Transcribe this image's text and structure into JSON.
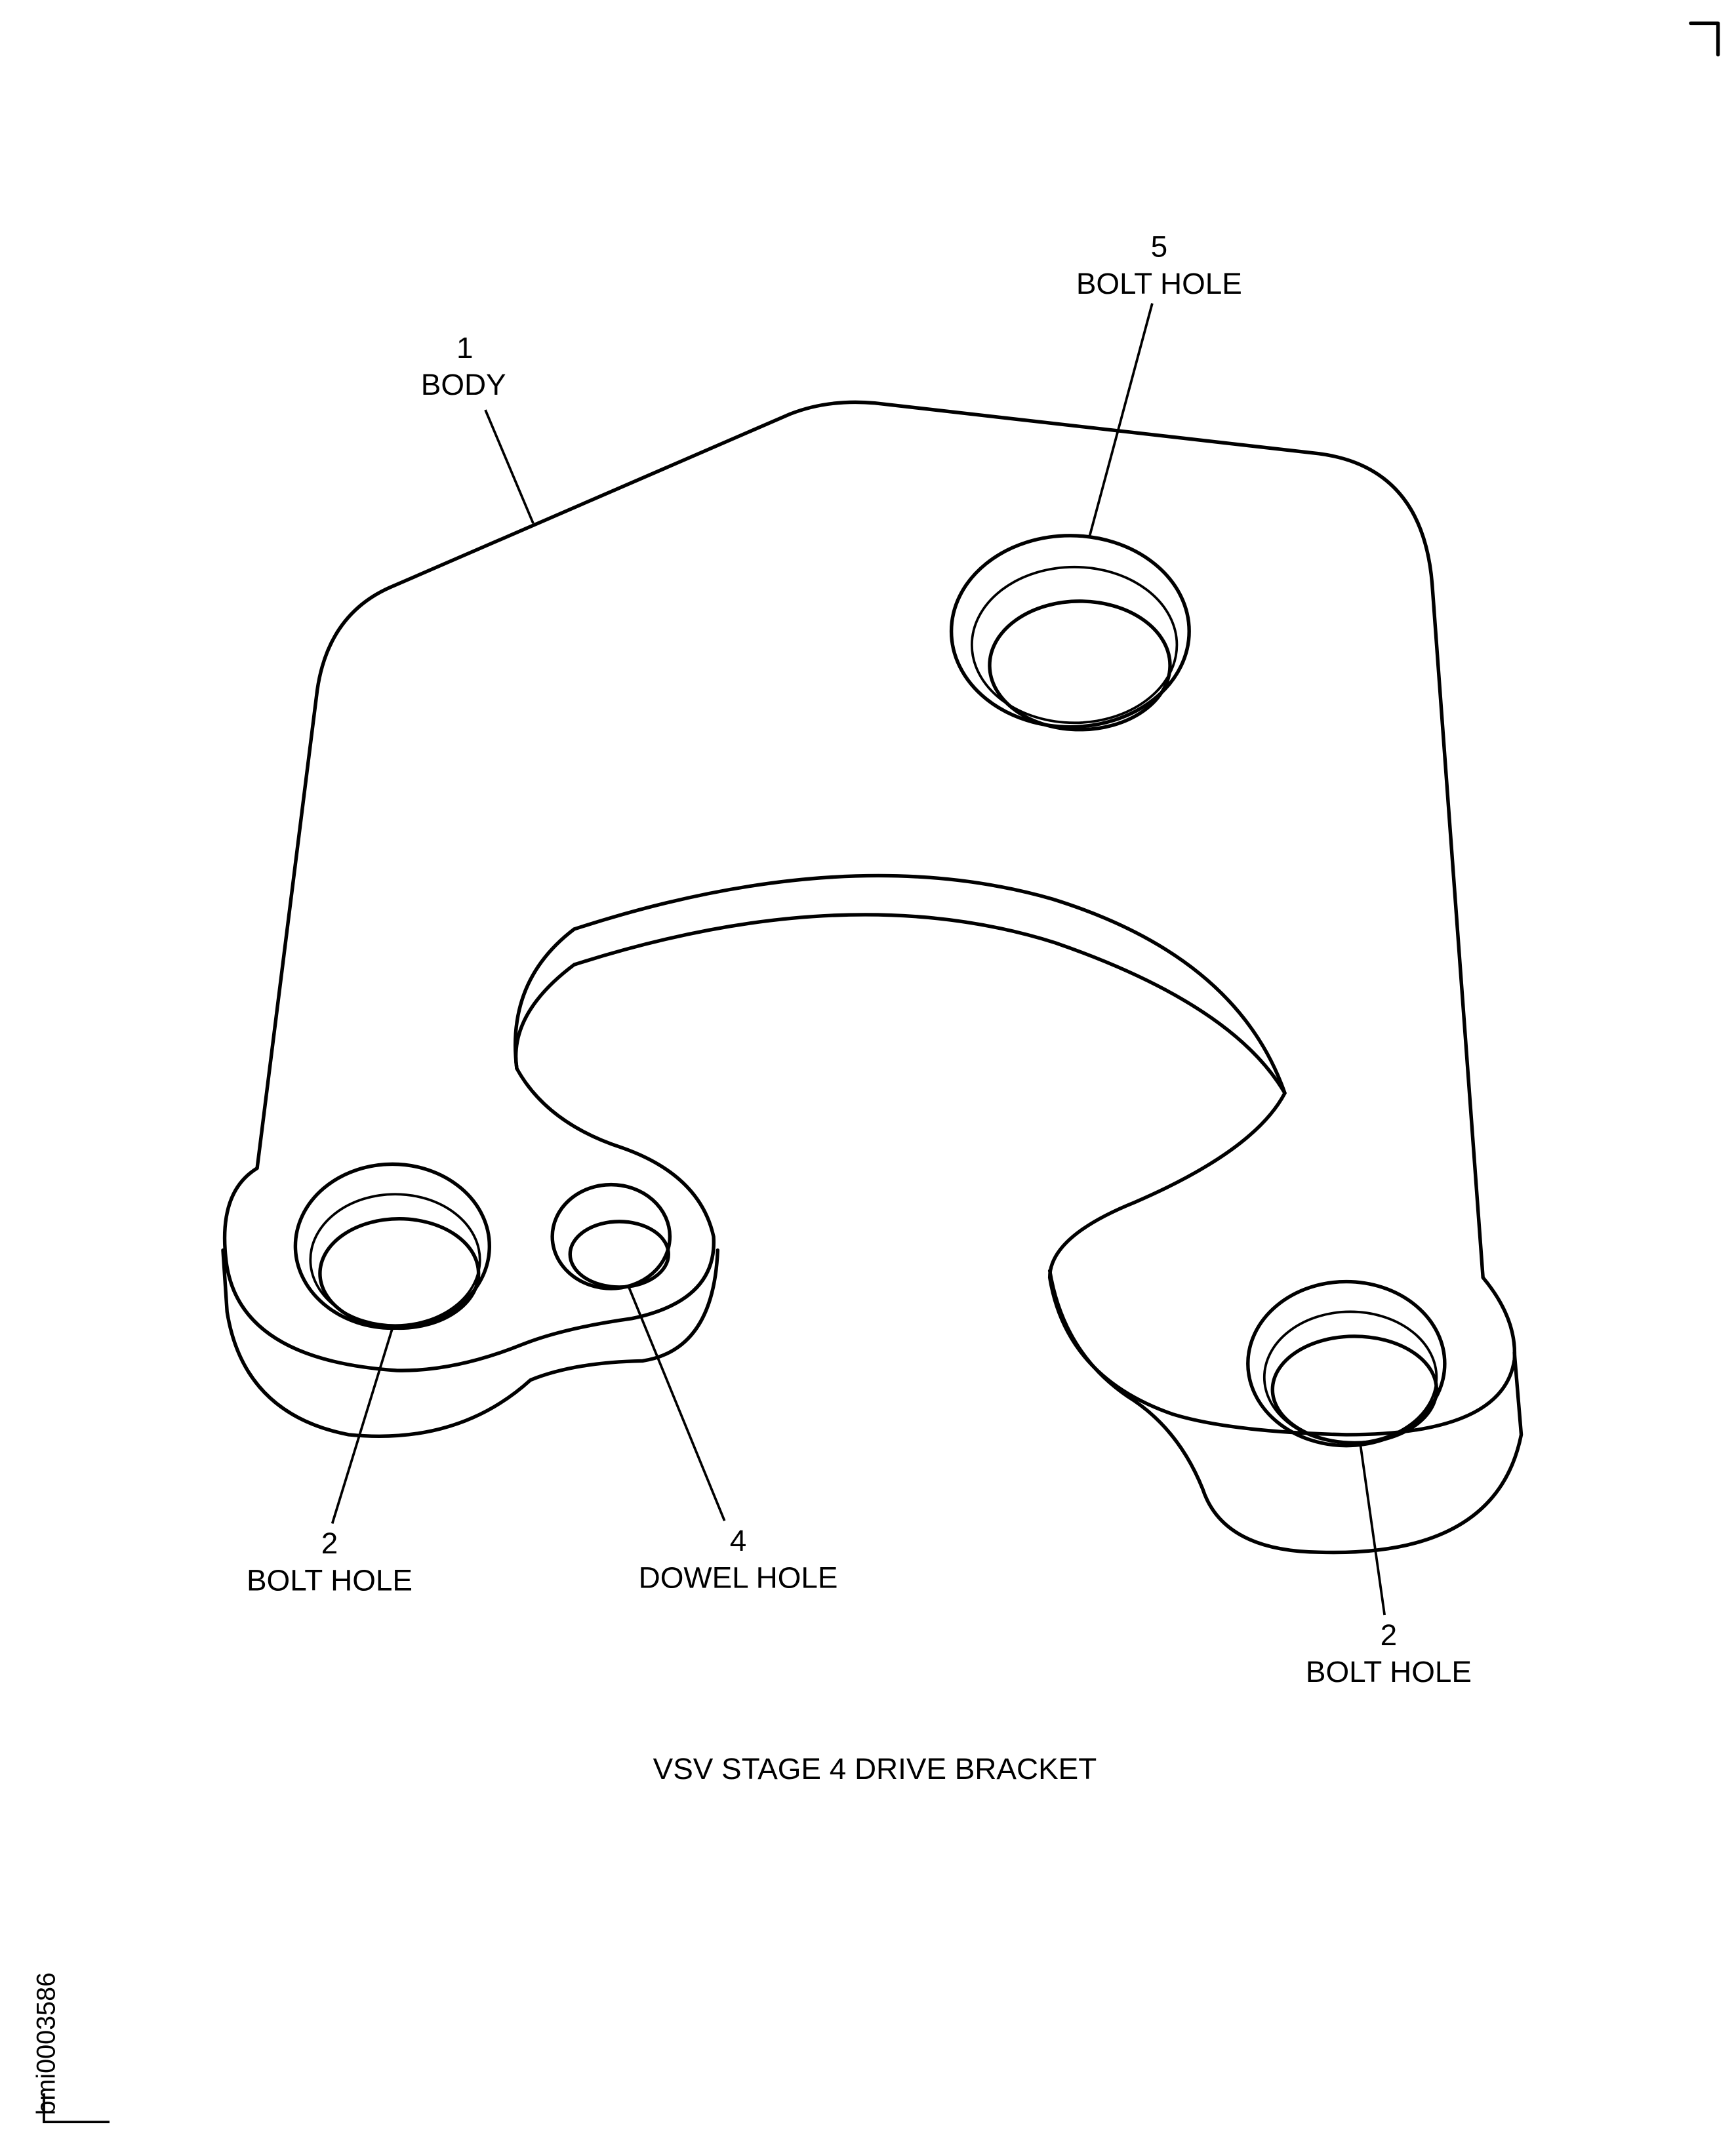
{
  "title": "VSV STAGE 4 DRIVE BRACKET",
  "figure_id": "bmi0003586",
  "callouts": [
    {
      "number": "1",
      "label": "BODY"
    },
    {
      "number": "5",
      "label": "BOLT HOLE"
    },
    {
      "number": "2",
      "label": "BOLT HOLE"
    },
    {
      "number": "4",
      "label": "DOWEL HOLE"
    },
    {
      "number": "2",
      "label": "BOLT HOLE"
    }
  ]
}
